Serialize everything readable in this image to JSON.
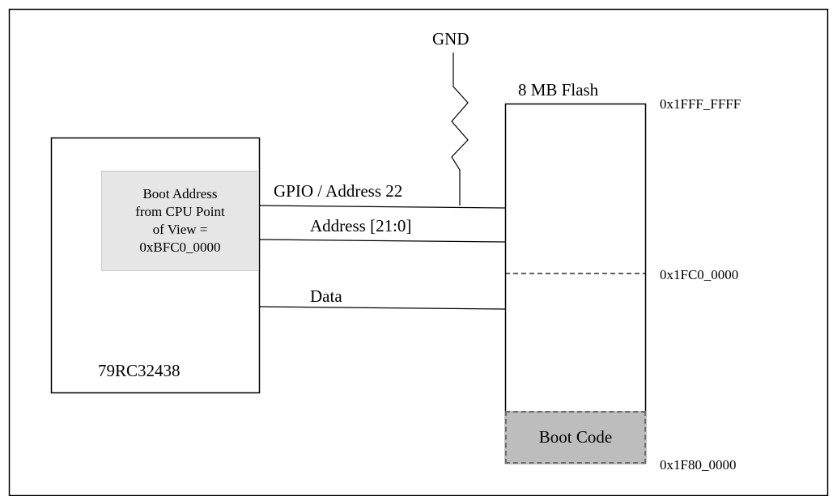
{
  "cpu": {
    "label": "79RC32438",
    "boot_address_note": [
      "Boot Address",
      "from CPU Point",
      "of View =",
      "0xBFC0_0000"
    ]
  },
  "ground": {
    "label": "GND"
  },
  "signals": {
    "gpio": "GPIO / Address 22",
    "address": "Address [21:0]",
    "data": "Data"
  },
  "flash": {
    "title": "8 MB Flash",
    "boot_code_label": "Boot Code",
    "addresses": {
      "top": "0x1FFF_FFFF",
      "middle": "0x1FC0_0000",
      "bottom": "0x1F80_0000"
    }
  }
}
